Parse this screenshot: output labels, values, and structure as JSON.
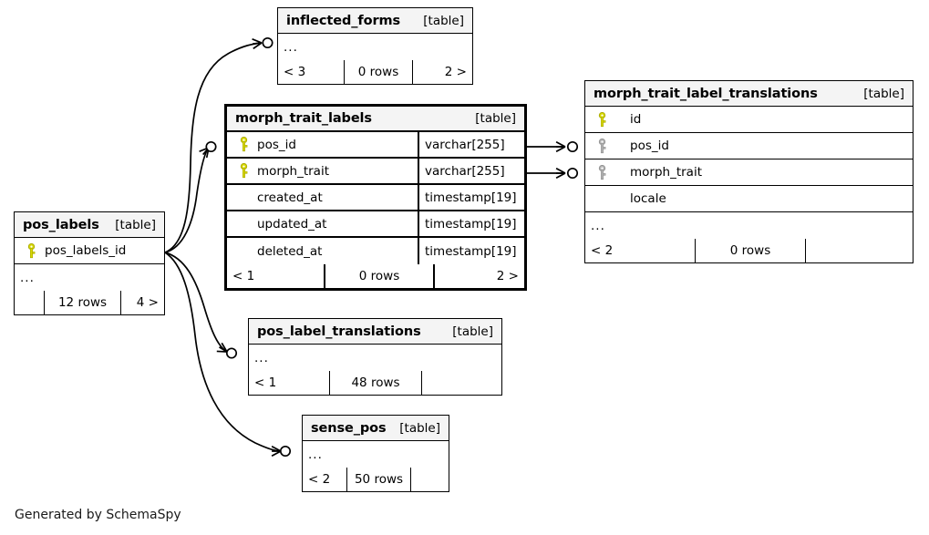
{
  "diagram": {
    "kind": "entity-relationship-diagram",
    "caption": "Generated by SchemaSpy",
    "table_tag": "[table]",
    "ellipsis": "...",
    "colors": {
      "primary_key": "#d9d900",
      "foreign_key": "#b5b5b5",
      "node_border": "#000000",
      "title_background": "#f4f4f4",
      "background": "#ffffff",
      "edge": "#000000"
    }
  },
  "tables": [
    {
      "id": "inflected_forms",
      "name": "inflected_forms",
      "tag": "[table]",
      "emphasized": false,
      "rows": [
        {
          "key": "none",
          "name": "...",
          "type": "",
          "ellipsis": true
        }
      ],
      "footer": {
        "left": "< 3",
        "center": "0 rows",
        "right": "2 >"
      }
    },
    {
      "id": "morph_trait_labels",
      "name": "morph_trait_labels",
      "tag": "[table]",
      "emphasized": true,
      "rows": [
        {
          "key": "primary",
          "name": "pos_id",
          "type": "varchar[255]",
          "ellipsis": false
        },
        {
          "key": "primary",
          "name": "morph_trait",
          "type": "varchar[255]",
          "ellipsis": false
        },
        {
          "key": "none",
          "name": "created_at",
          "type": "timestamp[19]",
          "ellipsis": false
        },
        {
          "key": "none",
          "name": "updated_at",
          "type": "timestamp[19]",
          "ellipsis": false
        },
        {
          "key": "none",
          "name": "deleted_at",
          "type": "timestamp[19]",
          "ellipsis": false
        }
      ],
      "footer": {
        "left": "< 1",
        "center": "0 rows",
        "right": "2 >"
      }
    },
    {
      "id": "morph_trait_label_translations",
      "name": "morph_trait_label_translations",
      "tag": "[table]",
      "emphasized": false,
      "rows": [
        {
          "key": "primary",
          "name": "id",
          "type": "",
          "ellipsis": false
        },
        {
          "key": "foreign",
          "name": "pos_id",
          "type": "",
          "ellipsis": false
        },
        {
          "key": "foreign",
          "name": "morph_trait",
          "type": "",
          "ellipsis": false
        },
        {
          "key": "none",
          "name": "locale",
          "type": "",
          "ellipsis": false
        },
        {
          "key": "none",
          "name": "...",
          "type": "",
          "ellipsis": true
        }
      ],
      "footer": {
        "left": "< 2",
        "center": "0 rows",
        "right": ""
      }
    },
    {
      "id": "pos_labels",
      "name": "pos_labels",
      "tag": "[table]",
      "emphasized": false,
      "rows": [
        {
          "key": "primary",
          "name": "pos_labels_id",
          "type": "",
          "ellipsis": false
        },
        {
          "key": "none",
          "name": "...",
          "type": "",
          "ellipsis": true
        }
      ],
      "footer": {
        "left": "",
        "center": "12 rows",
        "right": "4 >"
      }
    },
    {
      "id": "pos_label_translations",
      "name": "pos_label_translations",
      "tag": "[table]",
      "emphasized": false,
      "rows": [
        {
          "key": "none",
          "name": "...",
          "type": "",
          "ellipsis": true
        }
      ],
      "footer": {
        "left": "< 1",
        "center": "48 rows",
        "right": ""
      }
    },
    {
      "id": "sense_pos",
      "name": "sense_pos",
      "tag": "[table]",
      "emphasized": false,
      "rows": [
        {
          "key": "none",
          "name": "...",
          "type": "",
          "ellipsis": true
        }
      ],
      "footer": {
        "left": "< 2",
        "center": "50 rows",
        "right": ""
      }
    }
  ],
  "relationships": [
    {
      "from": "pos_labels",
      "to": "inflected_forms"
    },
    {
      "from": "pos_labels",
      "to": "morph_trait_labels"
    },
    {
      "from": "pos_labels",
      "to": "pos_label_translations"
    },
    {
      "from": "pos_labels",
      "to": "sense_pos"
    },
    {
      "from": "morph_trait_labels",
      "to": "morph_trait_label_translations",
      "column": "pos_id"
    },
    {
      "from": "morph_trait_labels",
      "to": "morph_trait_label_translations",
      "column": "morph_trait"
    }
  ]
}
